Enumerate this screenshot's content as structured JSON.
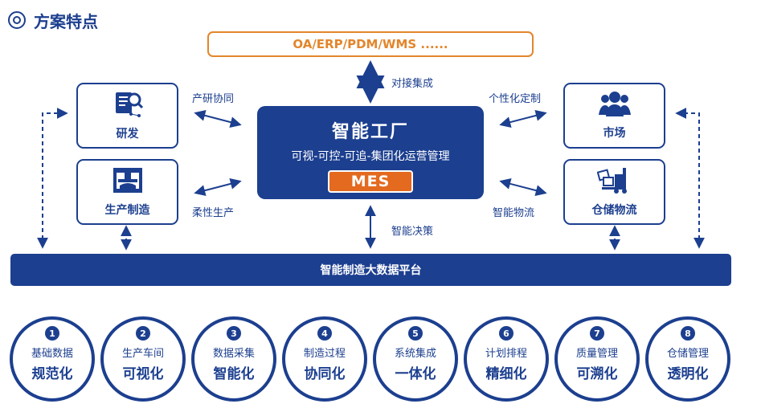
{
  "header": {
    "title": "方案特点"
  },
  "top_banner": "OA/ERP/PDM/WMS ......",
  "connectors": {
    "top": "对接集成",
    "bottom": "智能决策",
    "left_top": "产研协同",
    "left_bottom": "柔性生产",
    "right_top": "个性化定制",
    "right_bottom": "智能物流"
  },
  "core": {
    "title": "智能工厂",
    "subtitle": "可视-可控-可追-集团化运营管理",
    "badge": "MES"
  },
  "nodes": {
    "rd": {
      "label": "研发",
      "icon": "document-search-icon"
    },
    "production": {
      "label": "生产制造",
      "icon": "press-machine-icon"
    },
    "market": {
      "label": "市场",
      "icon": "people-group-icon"
    },
    "logistics": {
      "label": "仓储物流",
      "icon": "forklift-icon"
    }
  },
  "platform": "智能制造大数据平台",
  "features": [
    {
      "num": "1",
      "line1": "基础数据",
      "line2": "规范化"
    },
    {
      "num": "2",
      "line1": "生产车间",
      "line2": "可视化"
    },
    {
      "num": "3",
      "line1": "数据采集",
      "line2": "智能化"
    },
    {
      "num": "4",
      "line1": "制造过程",
      "line2": "协同化"
    },
    {
      "num": "5",
      "line1": "系统集成",
      "line2": "一体化"
    },
    {
      "num": "6",
      "line1": "计划排程",
      "line2": "精细化"
    },
    {
      "num": "7",
      "line1": "质量管理",
      "line2": "可溯化"
    },
    {
      "num": "8",
      "line1": "仓储管理",
      "line2": "透明化"
    }
  ],
  "colors": {
    "primary": "#1c3f8f",
    "accent": "#e2862c",
    "badge": "#e36a1f"
  }
}
